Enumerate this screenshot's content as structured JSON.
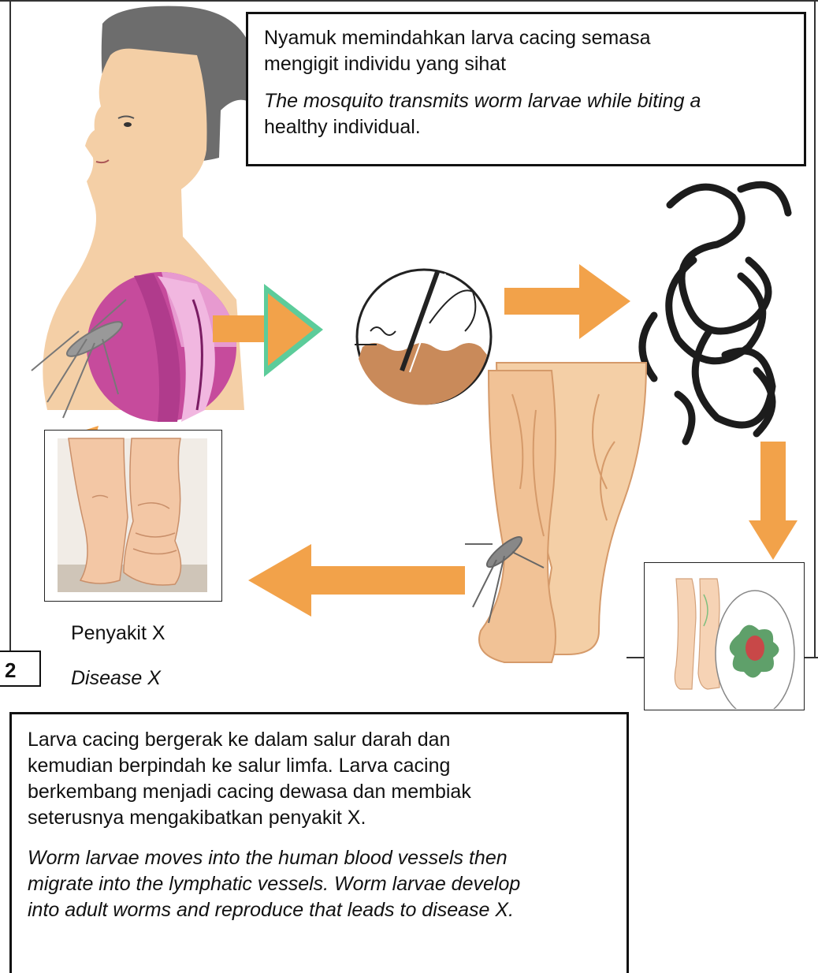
{
  "top_box": {
    "line1": "Nyamuk memindahkan larva cacing semasa",
    "line2": "mengigit individu yang sihat",
    "en_line1": "The mosquito transmits worm larvae while biting a",
    "en_line2": "healthy individual",
    "en_period": "."
  },
  "disease_caption": {
    "malay": "Penyakit X",
    "english": "Disease X"
  },
  "question_number": "2",
  "bottom_box": {
    "line1": "Larva cacing bergerak ke dalam salur darah dan",
    "line2": "kemudian berpindah ke salur limfa. Larva cacing",
    "line3": "berkembang menjadi cacing dewasa dan membiak",
    "line4": "seterusnya mengakibatkan penyakit X.",
    "en_line1": "Worm larvae moves into the human blood vessels then",
    "en_line2": "migrate into the lymphatic vessels. Worm larvae develop",
    "en_line3": "into adult worms and reproduce that leads to disease X."
  },
  "colors": {
    "arrow": "#f2a24a",
    "skin": "#f4cfa6",
    "hair": "#6d6d6d",
    "tissue": "#c98a5a",
    "worm": "#1c1c1c",
    "lymph_green": "#4f9a5a"
  }
}
